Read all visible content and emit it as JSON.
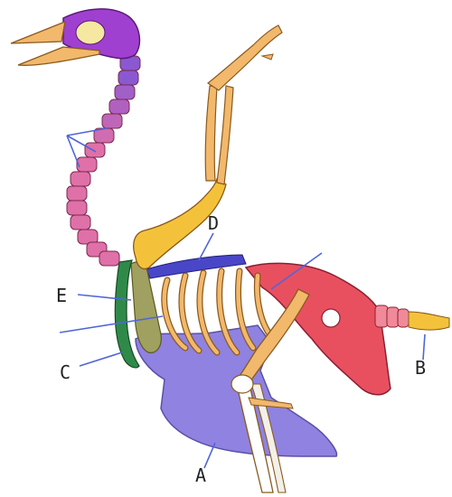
{
  "labels": {
    "a": "A",
    "b": "B",
    "c": "C",
    "d": "D",
    "e": "E"
  },
  "colors": {
    "bone": "#f2b86c",
    "bone_outline": "#8a5a1e",
    "skull_purple": "#a040d0",
    "neck_pink": "#e070a8",
    "neck_purple": "#8a58d0",
    "humerus_yellow": "#f4c23a",
    "sternum_violet": "#8f82e0",
    "pelvis_red": "#e85060",
    "pelvis_pink": "#f08a9a",
    "clavicle_green": "#2f8a4a",
    "coracoid_olive": "#a0a060",
    "scapula_blue": "#4a46c8",
    "pointer_line": "#5066d8"
  }
}
